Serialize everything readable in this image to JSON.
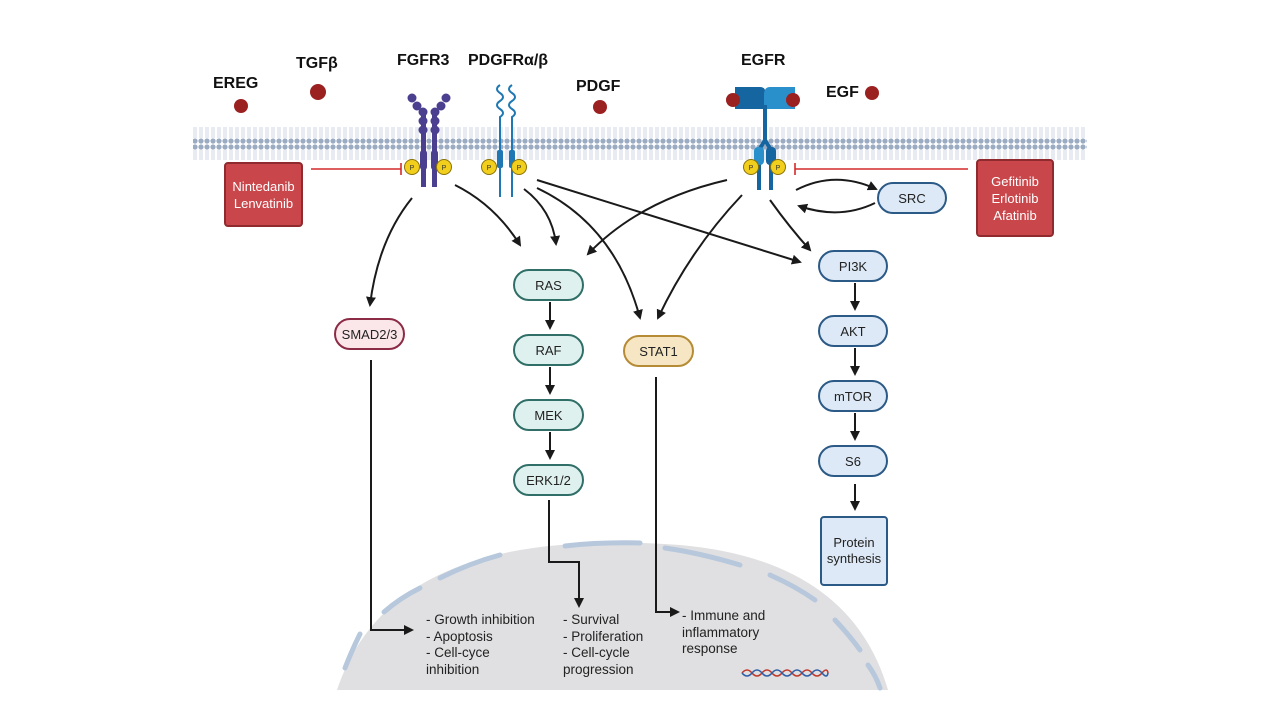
{
  "ligands": {
    "ereg": "EREG",
    "tgfb": "TGFβ",
    "pdgf": "PDGF",
    "egf": "EGF"
  },
  "receptors": {
    "fgfr3": "FGFR3",
    "pdgfr": "PDGFRα/β",
    "egfr": "EGFR"
  },
  "phospho_label": "P",
  "drugs": {
    "fgfr_inhibitors": [
      "Nintedanib",
      "Lenvatinib"
    ],
    "egfr_inhibitors": [
      "Gefitinib",
      "Erlotinib",
      "Afatinib"
    ]
  },
  "nodes": {
    "src": "SRC",
    "smad": "SMAD2/3",
    "ras": "RAS",
    "raf": "RAF",
    "mek": "MEK",
    "erk": "ERK1/2",
    "stat1": "STAT1",
    "pi3k": "PI3K",
    "akt": "AKT",
    "mtor": "mTOR",
    "s6": "S6",
    "protein_synthesis": [
      "Protein",
      "synthesis"
    ]
  },
  "outcomes": {
    "smad": [
      "- Growth inhibition",
      "- Apoptosis",
      "- Cell-cyce",
      "inhibition"
    ],
    "erk": [
      "- Survival",
      "- Proliferation",
      "- Cell-cycle",
      "progression"
    ],
    "stat": [
      "- Immune and",
      "inflammatory",
      "response"
    ]
  },
  "colors": {
    "ligand": "#9b2020",
    "fgfr": "#4b3f8f",
    "pdgfr": "#1f78b4",
    "egfr": "#1e7fb8",
    "phospho": "#f2cf1d",
    "inhibitor_line": "#d42a2a",
    "membrane": "#9aabc2",
    "nucleus": "#e0e0e2",
    "nuclear_envelope": "#b7c8dc",
    "arrow": "#1a1a1a"
  }
}
